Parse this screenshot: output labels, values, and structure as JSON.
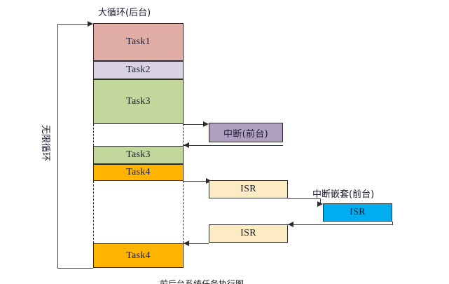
{
  "diagram": {
    "title_main_loop": "大循环(后台)",
    "label_infinite_loop": "无限循环",
    "label_interrupt": "中断(前台)",
    "label_nested_interrupt": "中断嵌套(前台)",
    "caption_bottom": "前后台系统任务执行图",
    "colors": {
      "task1": "#dfada6",
      "task2": "#d9d2e3",
      "task3": "#c3d69b",
      "task4": "#ffb400",
      "interrupt": "#b0a0c0",
      "isr": "#fdebc3",
      "isr_nested": "#00aeef",
      "stroke": "#2b2b2b"
    },
    "background_column": {
      "blocks": [
        {
          "name": "task1-block",
          "label": "Task1",
          "color_key": "task1"
        },
        {
          "name": "task2-block",
          "label": "Task2",
          "color_key": "task2"
        },
        {
          "name": "task3-block",
          "label": "Task3",
          "color_key": "task3"
        },
        {
          "name": "task3-resume-block",
          "label": "Task3",
          "color_key": "task3"
        },
        {
          "name": "task4-block",
          "label": "Task4",
          "color_key": "task4"
        },
        {
          "name": "task4-resume-block",
          "label": "Task4",
          "color_key": "task4"
        }
      ]
    },
    "foreground": {
      "interrupt_box_label": "中断(前台)",
      "isr_first_label": "ISR",
      "isr_second_label": "ISR",
      "isr_nested_label": "ISR"
    }
  }
}
